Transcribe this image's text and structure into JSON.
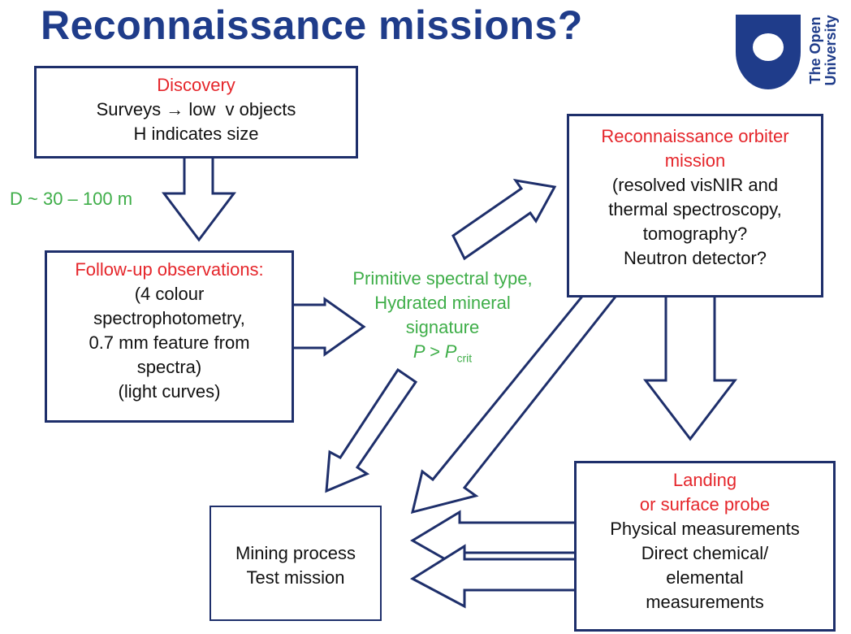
{
  "title": "Reconnaissance missions?",
  "logo": {
    "line1": "The Open",
    "line2": "University",
    "color": "#1f3c8a"
  },
  "colors": {
    "heading": "#1f3c8a",
    "label_red": "#e5262b",
    "label_green": "#3fae49",
    "box_border": "#1e2f6b"
  },
  "discovery": {
    "heading": "Discovery",
    "line1": "Surveys → low  v objects",
    "line2": "H indicates size"
  },
  "size_label": "D ~ 30 – 100 m",
  "followup": {
    "heading": "Follow-up observations:",
    "lines": [
      "(4 colour",
      "spectrophotometry,",
      "0.7 mm feature from",
      "spectra)",
      "(light curves)"
    ]
  },
  "criteria": {
    "line1": "Primitive spectral type,",
    "line2": "Hydrated mineral",
    "line3": "signature",
    "p_left": "P > P",
    "p_sub": "crit"
  },
  "orbiter": {
    "heading_line1": "Reconnaissance orbiter",
    "heading_line2": "mission",
    "lines": [
      "(resolved visNIR and",
      "thermal spectroscopy,",
      "tomography?",
      "Neutron detector?"
    ]
  },
  "landing": {
    "heading_line1": "Landing",
    "heading_line2": "or surface probe",
    "lines": [
      "Physical measurements",
      "Direct chemical/",
      "elemental",
      "measurements"
    ]
  },
  "mining": {
    "line1": "Mining process",
    "line2": "Test mission"
  }
}
